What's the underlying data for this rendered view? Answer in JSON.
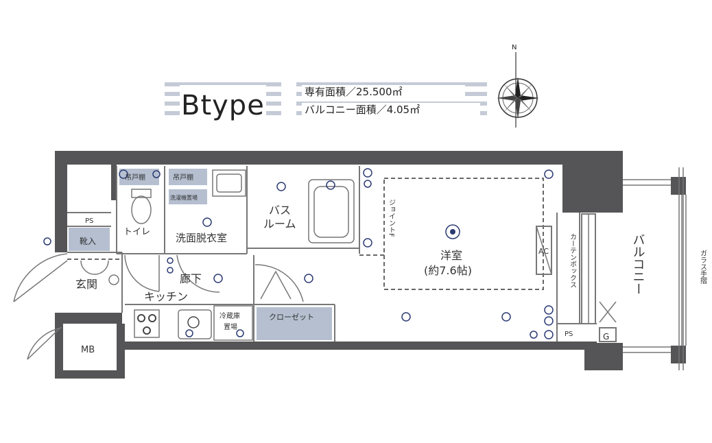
{
  "header": {
    "type_label": "Btype",
    "exclusive_area": "専有面積／25.500㎡",
    "balcony_area": "バルコニー面積／4.05㎡",
    "compass_north": "N"
  },
  "rooms": {
    "genkan": "玄関",
    "mb": "MB",
    "ps_top": "PS",
    "ps_bottom": "PS",
    "storage": "靴入",
    "toilet": "トイレ",
    "toilet_shelf": "吊戸棚",
    "washroom": "洗面脱衣室",
    "wash_shelf": "吊戸棚",
    "washer": "洗濯機置場",
    "bath_line1": "バス",
    "bath_line2": "ルーム",
    "hallway": "廊下",
    "kitchen": "キッチン",
    "fridge_line1": "冷蔵庫",
    "fridge_line2": "置場",
    "closet": "クローゼット",
    "western_room": "洋室",
    "western_room_size": "(約7.6帖)",
    "wall_mount": "ジョイントF",
    "ac": "AC",
    "curtain_box": "カーテンボックス",
    "balcony": "バルコニー",
    "glass_railing": "ガラス手摺",
    "gas_meter": "G"
  }
}
